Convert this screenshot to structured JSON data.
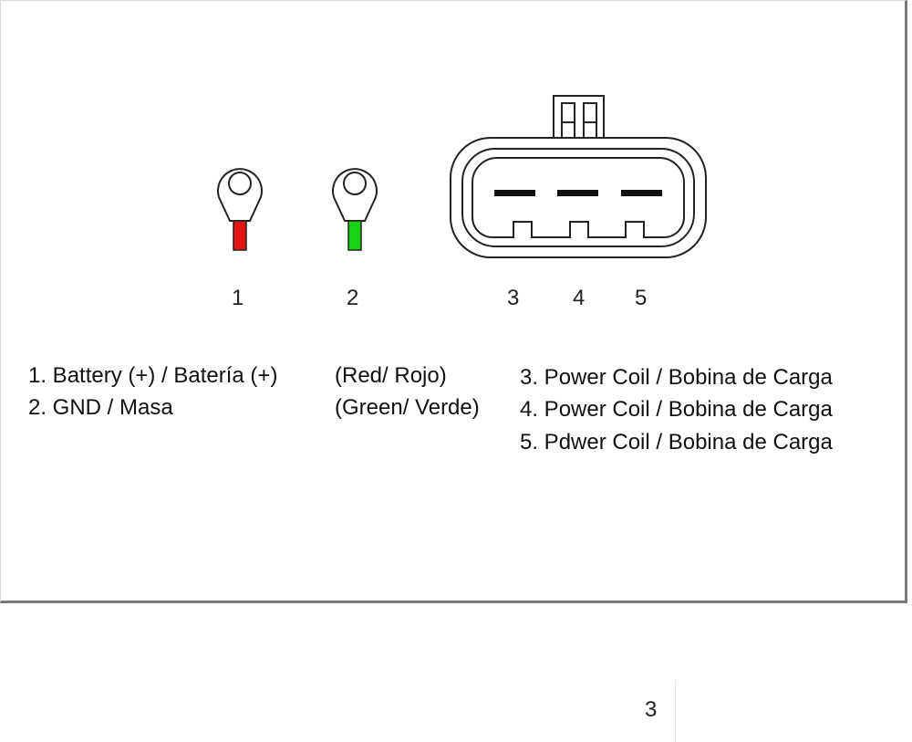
{
  "diagram": {
    "terminals": [
      {
        "pin": "1",
        "wire_color": "#e41414",
        "color_name": "Red"
      },
      {
        "pin": "2",
        "wire_color": "#17d317",
        "color_name": "Green"
      }
    ],
    "connector_pins": [
      "3",
      "4",
      "5"
    ]
  },
  "legend": {
    "left": [
      {
        "text": "1. Battery (+) / Batería (+)",
        "color_text": "(Red/ Rojo)"
      },
      {
        "text": "2. GND / Masa",
        "color_text": "(Green/ Verde)"
      }
    ],
    "right": [
      {
        "text": "3. Power Coil / Bobina de Carga"
      },
      {
        "text": "4. Power Coil / Bobina de Carga"
      },
      {
        "text": "5. Pdwer Coil / Bobina de Carga"
      }
    ]
  },
  "page": {
    "number": "3"
  }
}
